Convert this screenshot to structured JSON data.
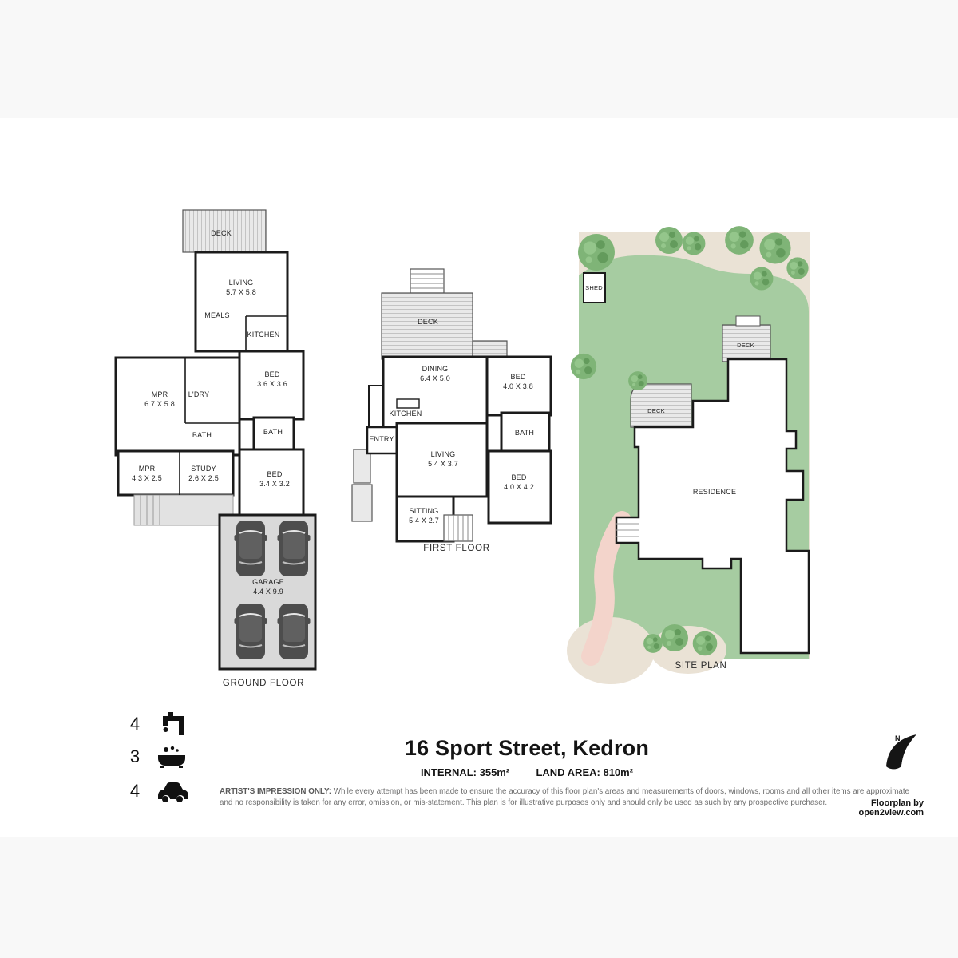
{
  "page": {
    "title": "16 Sport Street, Kedron",
    "internal_label": "INTERNAL:",
    "internal_value": "355m²",
    "land_label": "LAND AREA:",
    "land_value": "810m²",
    "disclaimer_intro": "ARTIST'S IMPRESSION ONLY:",
    "disclaimer_text": " While every attempt has been made to ensure the accuracy of this floor plan's areas and measurements of doors, windows, rooms and all other items are approximate and no responsibility is taken for any error, omission, or mis-statement. This plan is for illustrative purposes only and should only be used as such by any prospective purchaser.",
    "credit": "Floorplan by open2view.com"
  },
  "legend": {
    "items": [
      {
        "icon": "tap-icon",
        "count": "4"
      },
      {
        "icon": "bath-icon",
        "count": "3"
      },
      {
        "icon": "car-icon",
        "count": "4"
      }
    ]
  },
  "compass": {
    "north": "N"
  },
  "colors": {
    "lawn": "#A6CCA1",
    "site_ground": "#EAE2D5",
    "path_pink": "#F3D4CB",
    "walls": "#1b1b1b"
  },
  "ground_floor": {
    "title": "GROUND FLOOR",
    "rooms": [
      {
        "name": "DECK",
        "dims": ""
      },
      {
        "name": "LIVING",
        "dims": "5.7 X 5.8"
      },
      {
        "name": "MEALS",
        "dims": ""
      },
      {
        "name": "KITCHEN",
        "dims": ""
      },
      {
        "name": "BED",
        "dims": "3.6 X 3.6"
      },
      {
        "name": "MPR",
        "dims": "6.7 X 5.8"
      },
      {
        "name": "L'DRY",
        "dims": ""
      },
      {
        "name": "BATH",
        "dims": ""
      },
      {
        "name": "BATH",
        "dims": ""
      },
      {
        "name": "MPR",
        "dims": "4.3 X 2.5"
      },
      {
        "name": "STUDY",
        "dims": "2.6 X 2.5"
      },
      {
        "name": "BED",
        "dims": "3.4 X 3.2"
      },
      {
        "name": "GARAGE",
        "dims": "4.4 X 9.9"
      }
    ]
  },
  "first_floor": {
    "title": "FIRST FLOOR",
    "rooms": [
      {
        "name": "DECK",
        "dims": ""
      },
      {
        "name": "DINING",
        "dims": "6.4 X 5.0"
      },
      {
        "name": "BED",
        "dims": "4.0 X 3.8"
      },
      {
        "name": "KITCHEN",
        "dims": ""
      },
      {
        "name": "ENTRY",
        "dims": ""
      },
      {
        "name": "LIVING",
        "dims": "5.4 X 3.7"
      },
      {
        "name": "BATH",
        "dims": ""
      },
      {
        "name": "BED",
        "dims": "4.0 X 4.2"
      },
      {
        "name": "SITTING",
        "dims": "5.4 X 2.7"
      }
    ]
  },
  "site_plan": {
    "title": "SITE PLAN",
    "labels": [
      {
        "name": "SHED"
      },
      {
        "name": "DECK"
      },
      {
        "name": "DECK"
      },
      {
        "name": "RESIDENCE"
      }
    ]
  }
}
